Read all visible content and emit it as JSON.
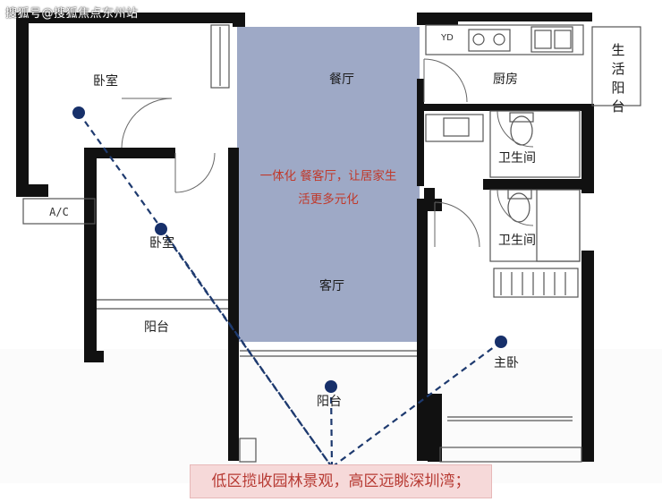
{
  "watermark": "搜狐号@搜狐焦点东州站",
  "colors": {
    "living_area_fill": "#9ea9c6",
    "wall": "#111111",
    "sightline": "#1e3a6f",
    "marker": "#17306a",
    "slogan": "#c0392b",
    "caption_bg": "#f6d9d9",
    "caption_text": "#b73a33"
  },
  "rooms": {
    "bedroom_1": "卧室",
    "bedroom_2": "卧室",
    "balcony_1": "阳台",
    "dining": "餐厅",
    "living": "客厅",
    "balcony_2": "阳台",
    "kitchen": "厨房",
    "utility_balcony": "生活阳台",
    "bathroom_1": "卫生间",
    "bathroom_2": "卫生间",
    "master_bedroom": "主卧"
  },
  "ac_label": "A/C",
  "appliance_label": "YD",
  "slogan_lines": [
    "一体化 餐客厅，让居家生",
    "活更多元化"
  ],
  "caption": "低区揽收园林景观，高区远眺深圳湾；"
}
